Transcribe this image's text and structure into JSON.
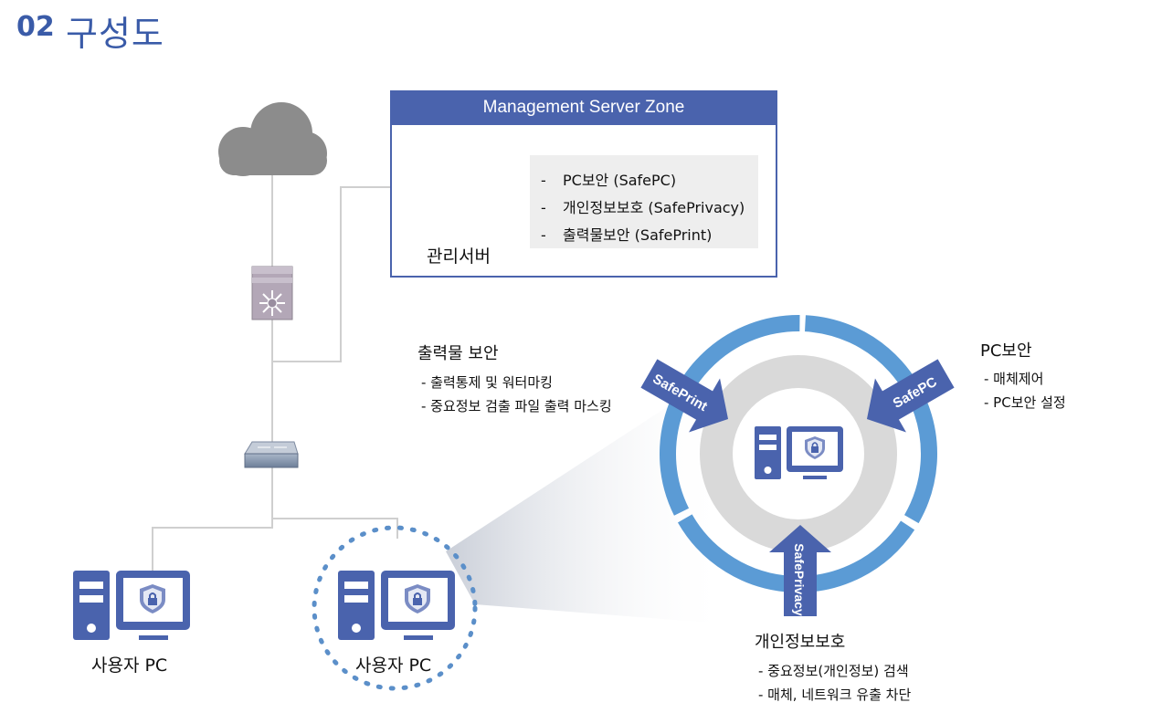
{
  "page": {
    "number": "02",
    "title": "구성도"
  },
  "management_zone": {
    "title": "Management Server Zone",
    "server_label": "관리서버",
    "features": [
      {
        "dash": "-",
        "text": "PC보안 (SafePC)"
      },
      {
        "dash": "-",
        "text": "개인정보보호 (SafePrivacy)"
      },
      {
        "dash": "-",
        "text": "출력물보안 (SafePrint)"
      }
    ]
  },
  "user_pcs": [
    {
      "label": "사용자 PC"
    },
    {
      "label": "사용자 PC"
    }
  ],
  "modules": {
    "print": {
      "title": "출력물 보안",
      "items": [
        "- 출력통제 및 워터마킹",
        "- 중요정보 검출 파일 출력 마스킹"
      ],
      "arrow_label": "SafePrint"
    },
    "pc": {
      "title": "PC보안",
      "items": [
        "- 매체제어",
        "- PC보안 설정"
      ],
      "arrow_label": "SafePC"
    },
    "privacy": {
      "title": "개인정보보호",
      "items": [
        "- 중요정보(개인정보) 검색",
        "- 매체, 네트워크 유출 차단"
      ],
      "arrow_label": "SafePrivacy"
    }
  },
  "colors": {
    "brand": "#3a5ba8",
    "accent": "#4a63ad",
    "ring": "#5b9bd5",
    "inner_ring": "#d9d9d9",
    "panel": "#eeeeee",
    "line": "#cfcfcf"
  }
}
